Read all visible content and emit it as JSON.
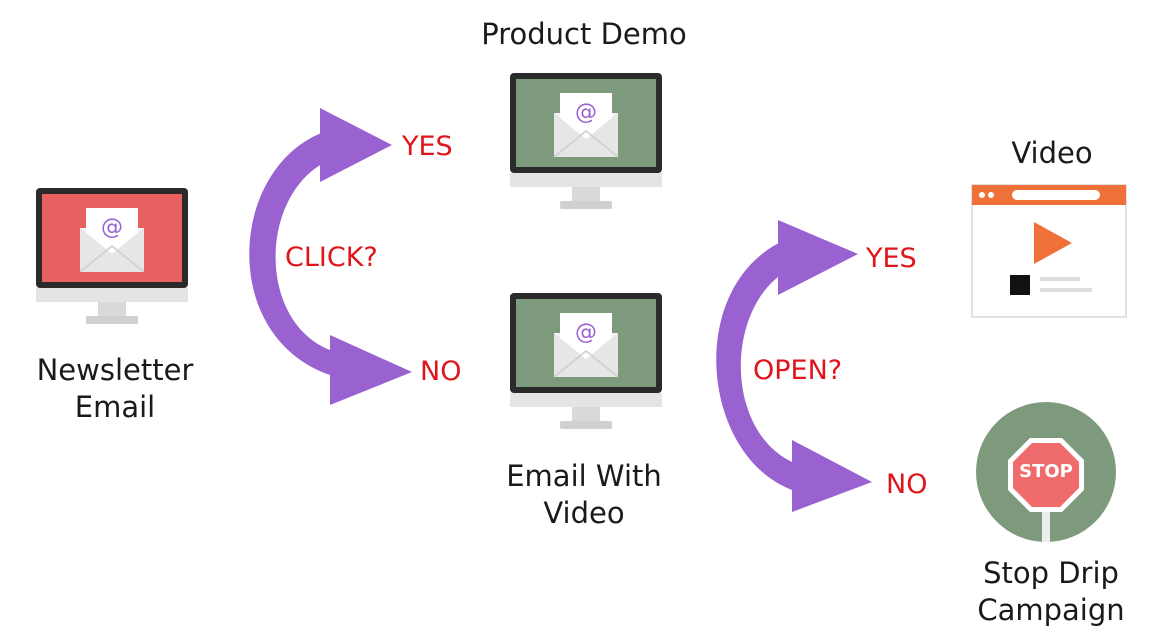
{
  "nodes": {
    "newsletter": {
      "title_line1": "Newsletter",
      "title_line2": "Email",
      "screen_color": "#e86060"
    },
    "product_demo": {
      "title": "Product Demo",
      "screen_color": "#7d9a7c"
    },
    "email_video": {
      "title_line1": "Email With",
      "title_line2": "Video",
      "screen_color": "#7d9a7c"
    },
    "video": {
      "title": "Video",
      "accent": "#f0703a"
    },
    "stop": {
      "title_line1": "Stop Drip",
      "title_line2": "Campaign",
      "sign_text": "STOP",
      "circle_color": "#7d9a7c",
      "sign_color": "#f06b6b"
    }
  },
  "decisions": {
    "click": {
      "question": "CLICK?",
      "yes": "YES",
      "no": "NO"
    },
    "open": {
      "question": "OPEN?",
      "yes": "YES",
      "no": "NO"
    }
  },
  "colors": {
    "arrow": "#9a62d0",
    "decision_text": "#e0141b",
    "envelope_at": "#9a62d0"
  }
}
